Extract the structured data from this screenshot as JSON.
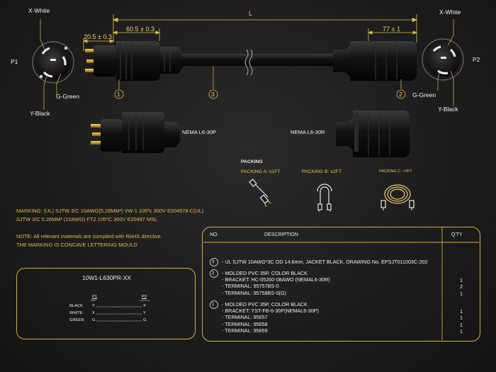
{
  "dims": {
    "length": "L",
    "left_head": "60.5 ± 0.3",
    "pin_length": "20.5 ± 0.3",
    "right_head": "77 ± 1"
  },
  "plug_labels": {
    "p1": "P1",
    "p2": "P2",
    "x_white": "X-White",
    "g_green": "G-Green",
    "y_black": "Y-Black"
  },
  "callouts": [
    "1",
    "2",
    "3"
  ],
  "connectors": {
    "plug": "NEMA L6-30P",
    "receptacle": "NEMA L6-30R"
  },
  "packing": {
    "title": "PACKING",
    "a": "PACKING  A: ≤1FT",
    "b": "PACKING  B: ≤2FT",
    "c": "PACKING  C: >2FT"
  },
  "marking": {
    "line1": "MARKING: (UL) SJTW 3/C 10AWG(5.26MM²) VW-1 105ºc 300V E204978 C(UL)",
    "line2": "SJTW 3/C 5.26MM² (10AWG) FT2 105ºC 300V E20497 MSL"
  },
  "notes": {
    "line1": "NOTE: All relevant materials are compiled with RoHS directive.",
    "line2": "THE MARKING IS CONCAVE LETTERING MOULD"
  },
  "wiring": {
    "part_number": "10W1-L630PR-XX",
    "p1": "P1",
    "p2": "P2",
    "rows": [
      {
        "color": "BLACK",
        "p1": "Y",
        "p2": "X"
      },
      {
        "color": "WHITE",
        "p1": "X",
        "p2": "Y"
      },
      {
        "color": "GREEN",
        "p1": "G",
        "p2": "G"
      }
    ]
  },
  "bom": {
    "headers": {
      "no": "NO.",
      "description": "DESCRIPTION",
      "qty": "Q'TY"
    },
    "items": [
      {
        "no": "3",
        "lines": [
          {
            "text": "- UL SJTW 10AWG*3C OD 14.6mm, JACKET BLACK, DRAWING No. EPSJT011003C-202",
            "qty": ""
          }
        ]
      },
      {
        "no": "2",
        "lines": [
          {
            "text": "- MOLDED PVC 35P, COLOR BLACK",
            "qty": ""
          },
          {
            "text": "- BRACKET: HC-05200-08AWO (NEMAL6-30R)",
            "qty": "1"
          },
          {
            "text": "- TERMINAL: 95757BS-0",
            "qty": "2"
          },
          {
            "text": "- TERMINAL: 95758BS-0(G)",
            "qty": "1"
          }
        ]
      },
      {
        "no": "1",
        "lines": [
          {
            "text": "- MOLDED PVC 35P, COLOR BLACK",
            "qty": ""
          },
          {
            "text": "- BRACKET: YST-FB-6-30P(NEMAL6-30P)",
            "qty": "1"
          },
          {
            "text": "- TERMINAL: 95657",
            "qty": "1"
          },
          {
            "text": "- TERMINAL: 95658",
            "qty": "1"
          },
          {
            "text": "- TERMINAL: 95659",
            "qty": "1"
          }
        ]
      }
    ]
  }
}
